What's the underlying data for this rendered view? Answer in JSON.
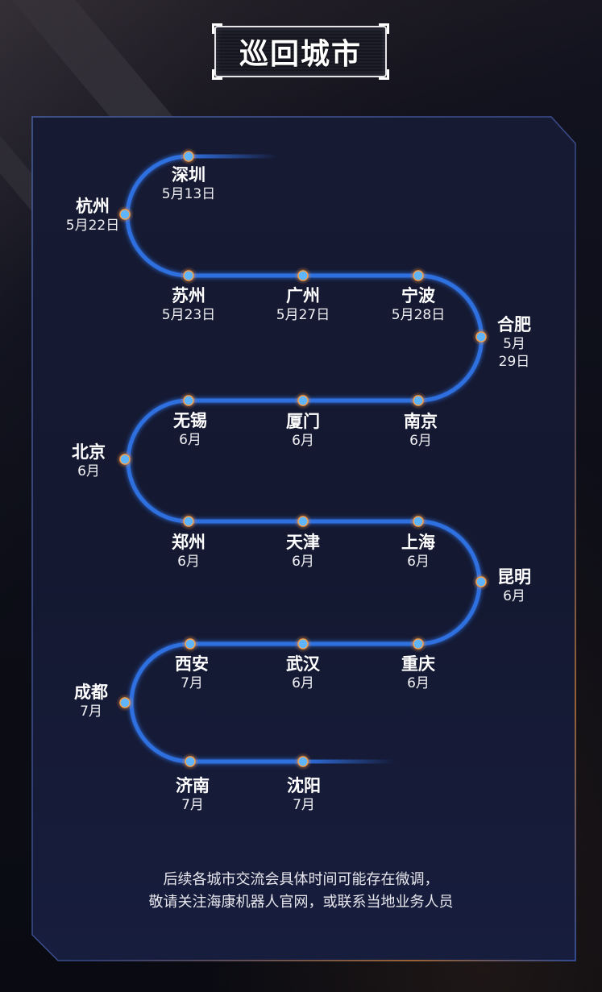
{
  "title": "巡回城市",
  "cities": [
    {
      "name": "深圳",
      "date": "5月13日"
    },
    {
      "name": "杭州",
      "date": "5月22日"
    },
    {
      "name": "苏州",
      "date": "5月23日"
    },
    {
      "name": "广州",
      "date": "5月27日"
    },
    {
      "name": "宁波",
      "date": "5月28日"
    },
    {
      "name": "合肥",
      "date": "5月29日"
    },
    {
      "name": "南京",
      "date": "6月"
    },
    {
      "name": "厦门",
      "date": "6月"
    },
    {
      "name": "无锡",
      "date": "6月"
    },
    {
      "name": "北京",
      "date": "6月"
    },
    {
      "name": "郑州",
      "date": "6月"
    },
    {
      "name": "天津",
      "date": "6月"
    },
    {
      "name": "上海",
      "date": "6月"
    },
    {
      "name": "昆明",
      "date": "6月"
    },
    {
      "name": "重庆",
      "date": "6月"
    },
    {
      "name": "武汉",
      "date": "6月"
    },
    {
      "name": "西安",
      "date": "7月"
    },
    {
      "name": "成都",
      "date": "7月"
    },
    {
      "name": "济南",
      "date": "7月"
    },
    {
      "name": "沈阳",
      "date": "7月"
    }
  ],
  "footer": {
    "line1": "后续各城市交流会具体时间可能存在微调，",
    "line2": "敬请关注海康机器人官网，或联系当地业务人员"
  },
  "colors": {
    "route": "#2f6fe0",
    "dot": "#5fb6ff",
    "dot_glow": "#f0a050",
    "panel_border": "#3a5aa8",
    "accent_orange": "#c27a3a"
  }
}
